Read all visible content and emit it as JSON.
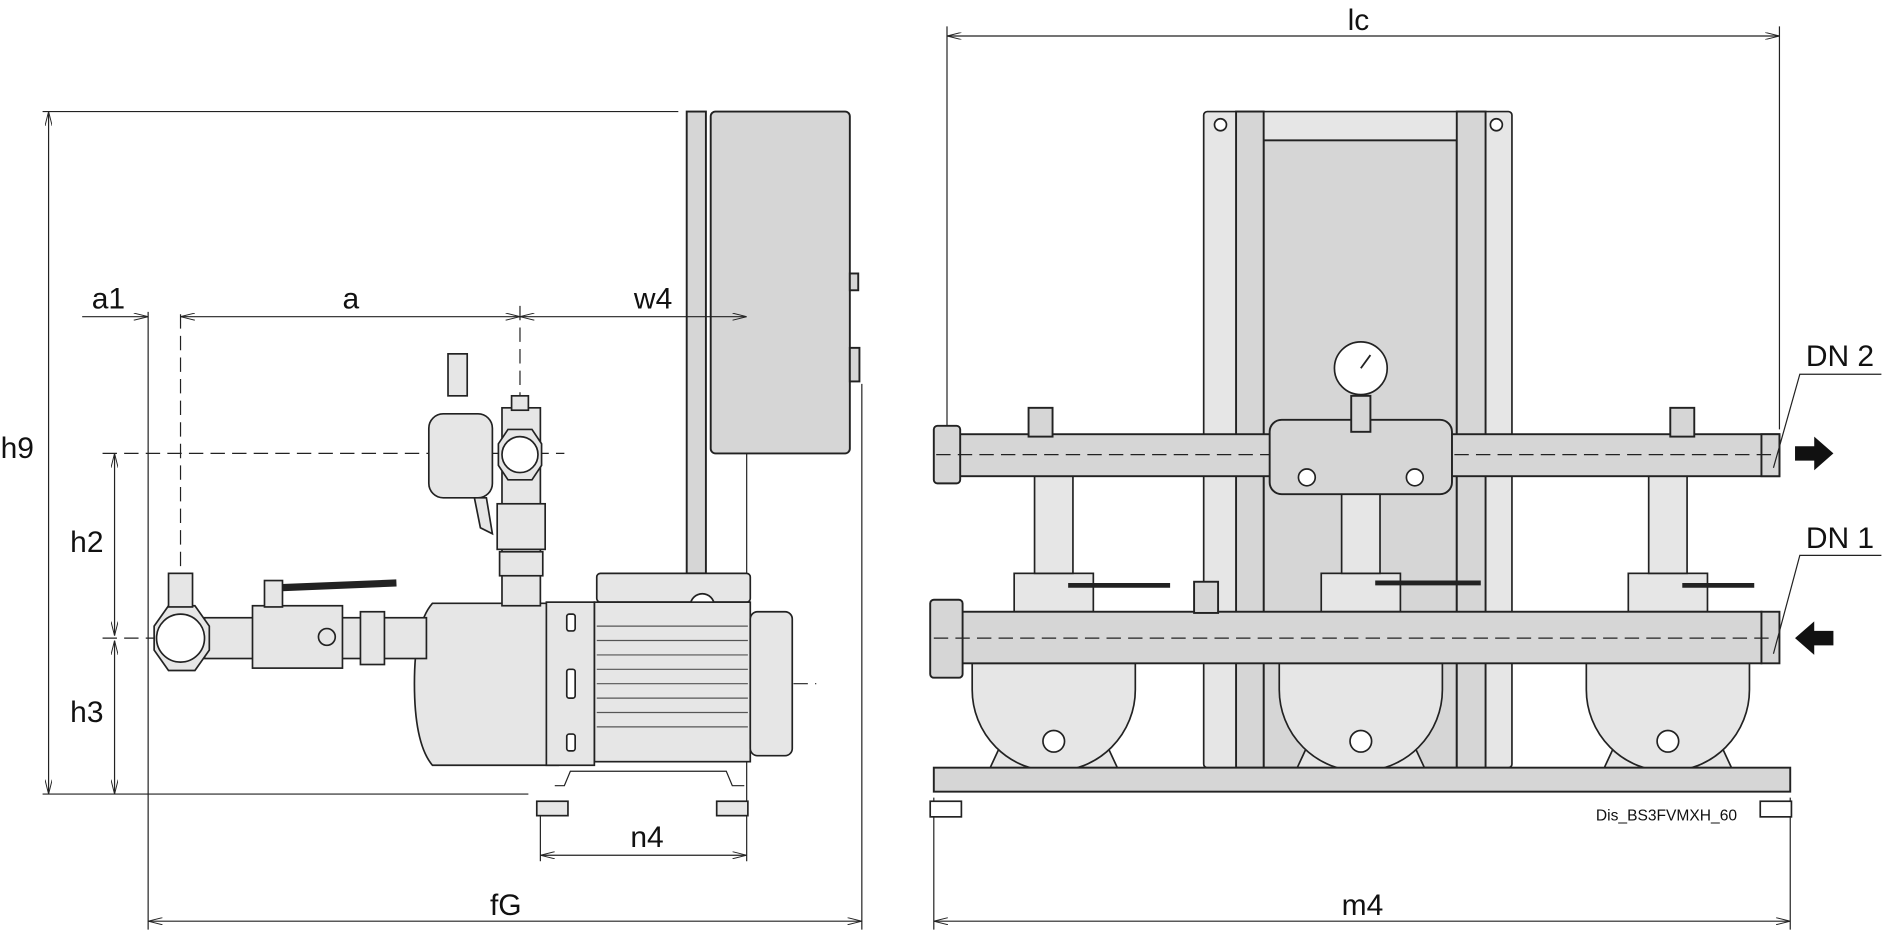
{
  "labels": {
    "h9": "h9",
    "h2": "h2",
    "h3": "h3",
    "a1": "a1",
    "a": "a",
    "w4": "w4",
    "n4": "n4",
    "fG": "fG",
    "lc": "lc",
    "m4": "m4",
    "dn2": "DN 2",
    "dn1": "DN 1"
  },
  "drawing_code": "Dis_BS3FVMXH_60"
}
